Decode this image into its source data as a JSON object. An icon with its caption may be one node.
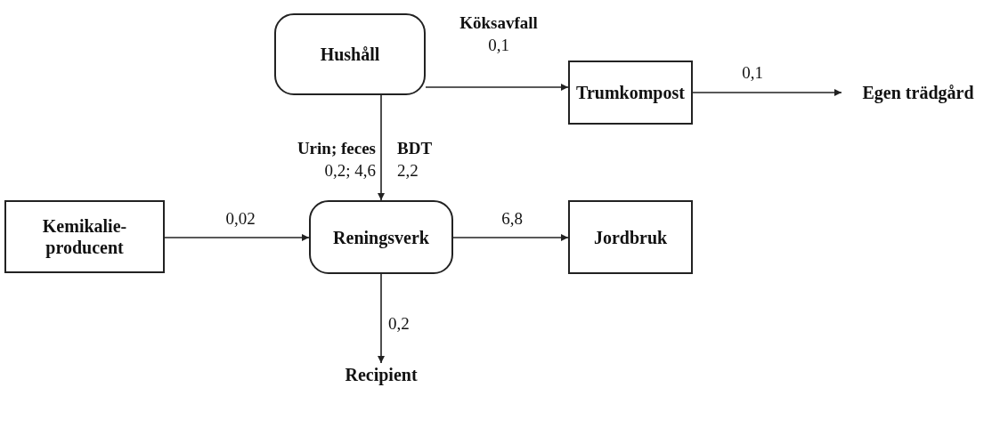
{
  "diagram": {
    "nodes": [
      {
        "text": [
          "Hushåll"
        ]
      },
      {
        "text": [
          "Trumkompost"
        ]
      },
      {
        "text": [
          "Egen trädgård"
        ]
      },
      {
        "text": [
          "Kemikalie-producent"
        ]
      },
      {
        "text": [
          "Reningsverk"
        ]
      },
      {
        "text": [
          "Jordbruk"
        ]
      },
      {
        "text": [
          "Recipient"
        ]
      }
    ],
    "edges": [
      {
        "from": 0,
        "to": 1,
        "arrow": "to",
        "label": "**Köksavfall** 0,1"
      },
      {
        "from": 1,
        "to": 2,
        "arrow": "to",
        "label": "0,1"
      },
      {
        "from": 0,
        "to": 4,
        "arrow": "to",
        "label": "**Urin; feces** 0,2; 4,6"
      },
      {
        "from": 3,
        "to": 4,
        "arrow": "to",
        "label": "0,02"
      },
      {
        "from": 4,
        "to": 5,
        "arrow": "to",
        "label": "6,8"
      },
      {
        "from": 4,
        "to": 6,
        "arrow": "to",
        "label": "0,2"
      }
    ],
    "labels": [
      "BDT",
      "2,2"
    ]
  }
}
